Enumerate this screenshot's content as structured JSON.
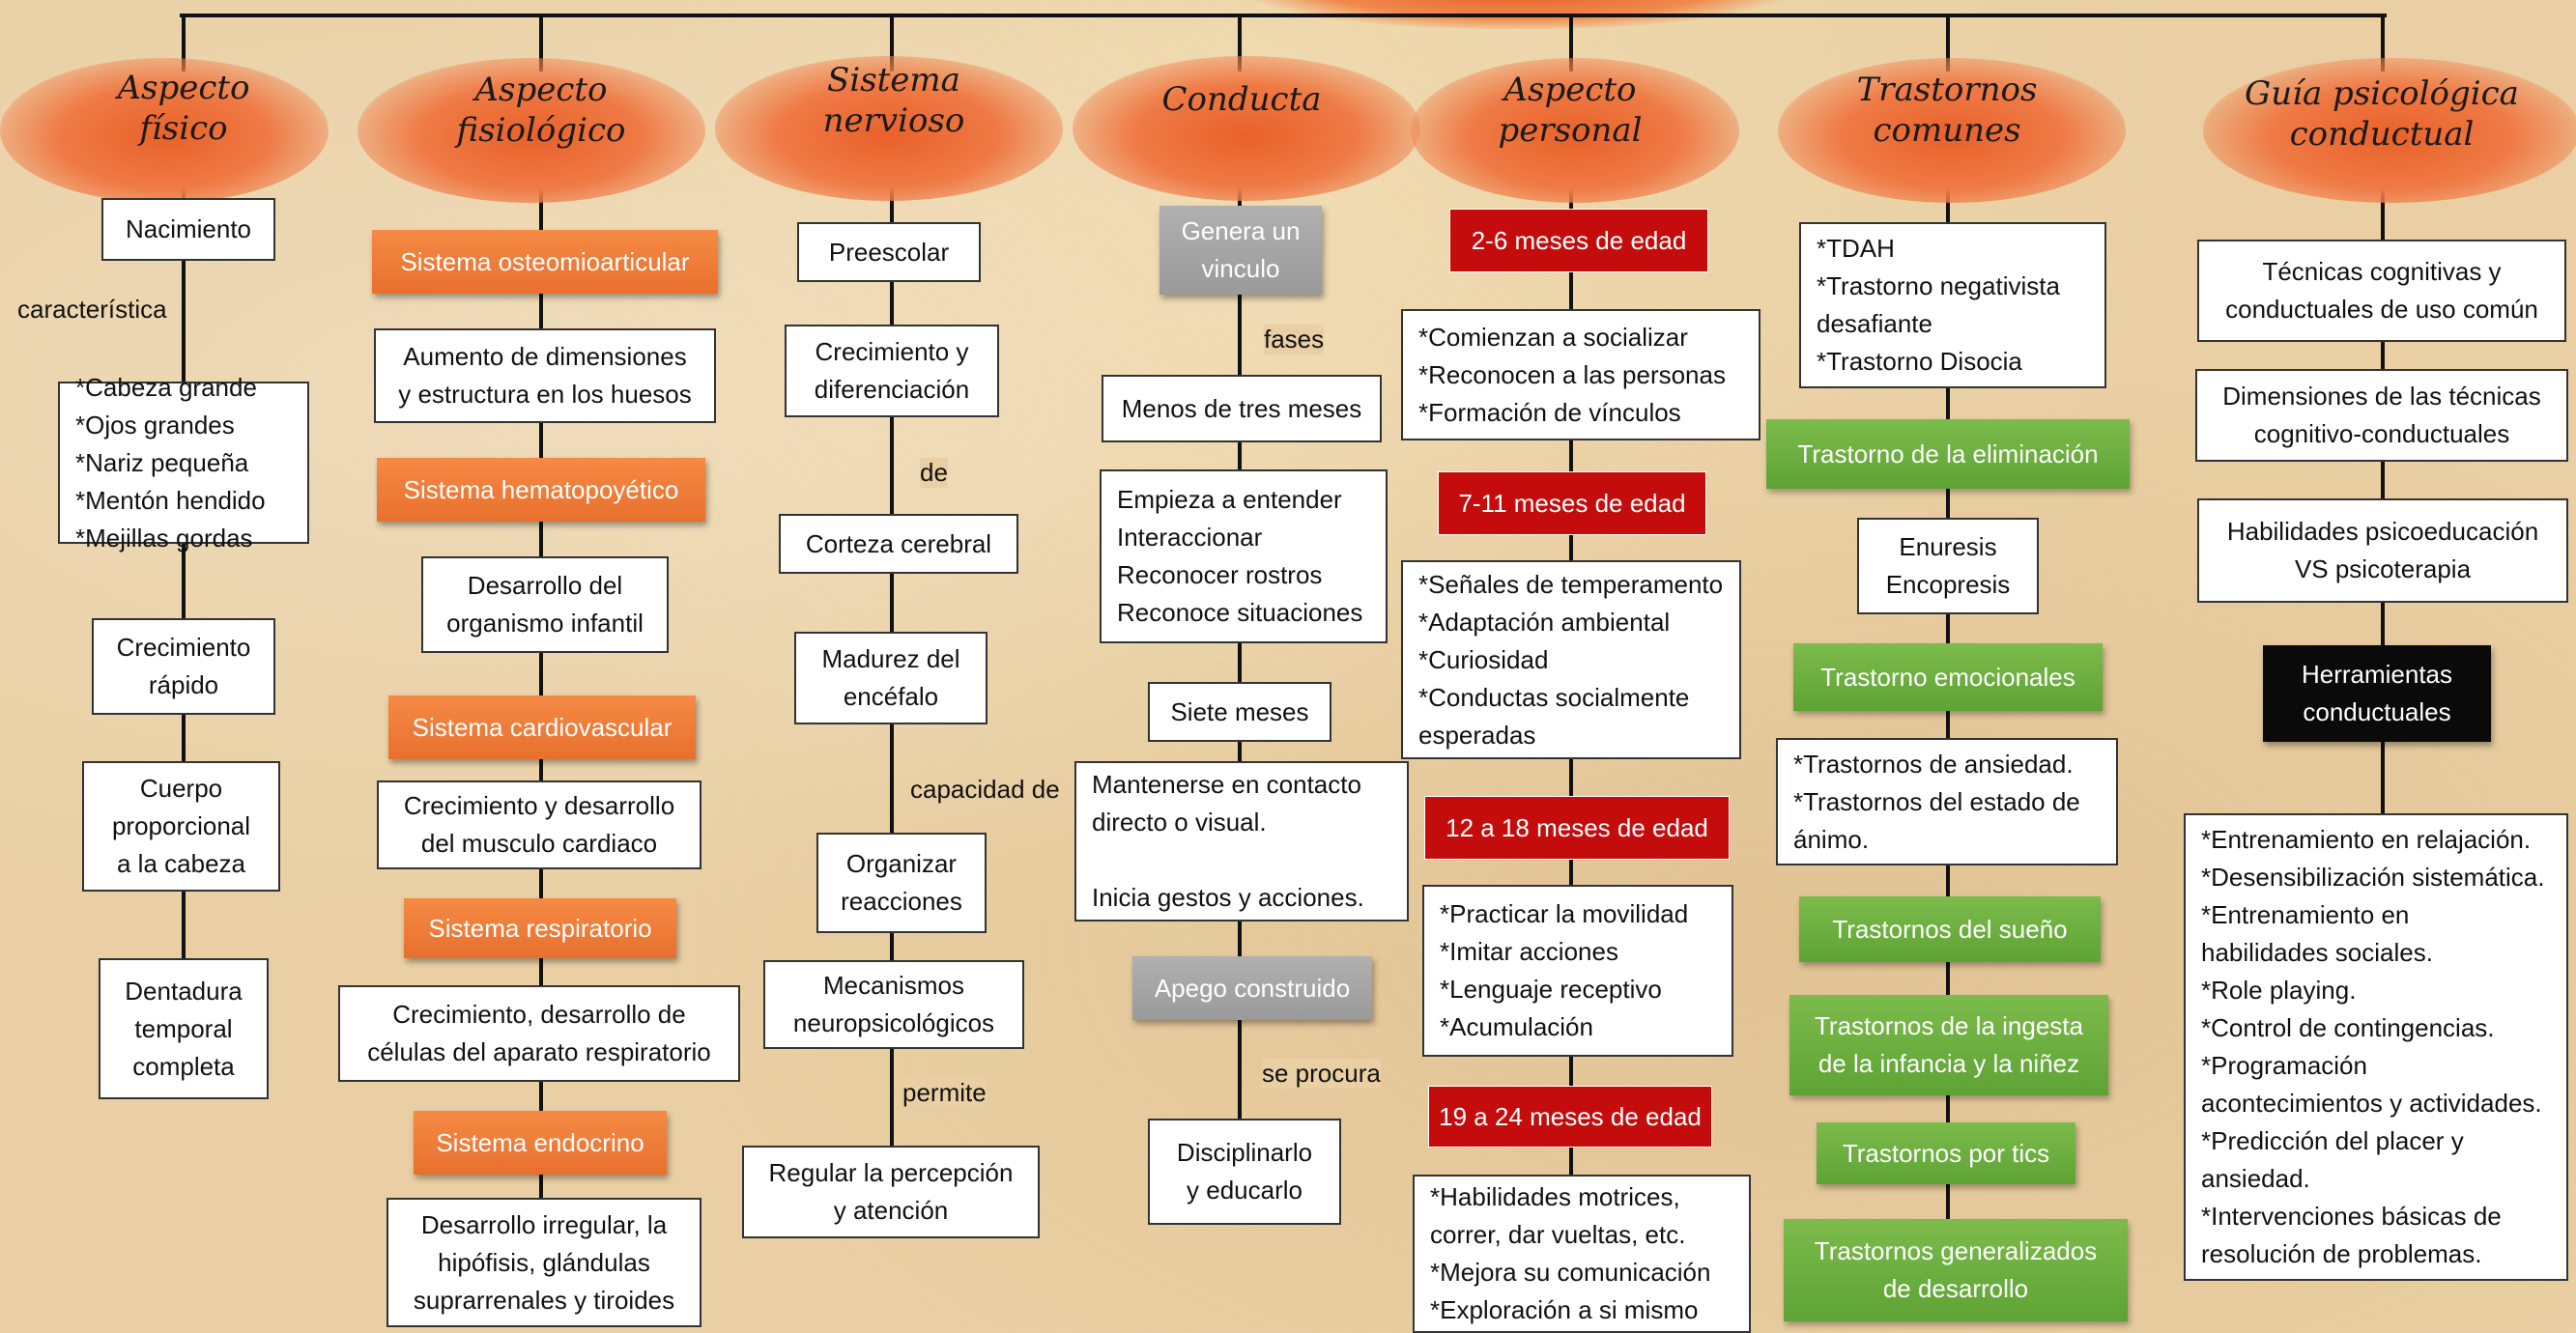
{
  "columns": [
    {
      "heading": "Aspecto\nfísico",
      "nodes": [
        {
          "text": "Nacimiento"
        },
        {
          "text": "característica",
          "kind": "connector"
        },
        {
          "text": "*Cabeza grande\n*Ojos grandes\n*Nariz pequeña\n*Mentón hendido\n*Mejillas gordas"
        },
        {
          "text": "Crecimiento\nrápido"
        },
        {
          "text": "Cuerpo\nproporcional\na la cabeza"
        },
        {
          "text": "Dentadura\ntemporal\ncompleta"
        }
      ]
    },
    {
      "heading": "Aspecto\nfisiológico",
      "nodes": [
        {
          "text": "Sistema osteomioarticular",
          "style": "orange"
        },
        {
          "text": "Aumento de dimensiones\ny estructura en los huesos"
        },
        {
          "text": "Sistema hematopoyético",
          "style": "orange"
        },
        {
          "text": "Desarrollo del\norganismo infantil"
        },
        {
          "text": "Sistema cardiovascular",
          "style": "orange"
        },
        {
          "text": "Crecimiento y desarrollo\ndel musculo cardiaco"
        },
        {
          "text": "Sistema respiratorio",
          "style": "orange"
        },
        {
          "text": "Crecimiento, desarrollo de\ncélulas del aparato respiratorio"
        },
        {
          "text": "Sistema endocrino",
          "style": "orange"
        },
        {
          "text": "Desarrollo irregular, la\nhipófisis, glándulas\nsuprarrenales y tiroides"
        }
      ]
    },
    {
      "heading": "Sistema\nnervioso",
      "nodes": [
        {
          "text": "Preescolar"
        },
        {
          "text": "Crecimiento y\ndiferenciación"
        },
        {
          "text": "de",
          "kind": "connector"
        },
        {
          "text": "Corteza cerebral"
        },
        {
          "text": "Madurez del\nencéfalo"
        },
        {
          "text": "capacidad de",
          "kind": "connector"
        },
        {
          "text": "Organizar\nreacciones"
        },
        {
          "text": "Mecanismos\nneuropsicológicos"
        },
        {
          "text": "permite",
          "kind": "connector"
        },
        {
          "text": "Regular la percepción\ny atención"
        }
      ]
    },
    {
      "heading": "Conducta",
      "nodes": [
        {
          "text": "Genera un\nvinculo",
          "style": "grey"
        },
        {
          "text": "fases",
          "kind": "connector"
        },
        {
          "text": "Menos de tres meses"
        },
        {
          "text": "Empieza a entender\nInteraccionar\nReconocer rostros\nReconoce situaciones"
        },
        {
          "text": "Siete meses"
        },
        {
          "text": "Mantenerse en contacto\ndirecto o visual.\n\nInicia gestos y acciones."
        },
        {
          "text": "Apego construido",
          "style": "grey"
        },
        {
          "text": "se procura",
          "kind": "connector"
        },
        {
          "text": "Disciplinarlo\ny educarlo"
        }
      ]
    },
    {
      "heading": "Aspecto\npersonal",
      "nodes": [
        {
          "text": "2-6 meses de edad",
          "style": "red"
        },
        {
          "text": "*Comienzan a socializar\n*Reconocen a las personas\n*Formación de vínculos"
        },
        {
          "text": "7-11 meses de edad",
          "style": "red"
        },
        {
          "text": "*Señales de temperamento\n*Adaptación ambiental\n*Curiosidad\n*Conductas socialmente\nesperadas"
        },
        {
          "text": "12 a 18 meses de edad",
          "style": "red"
        },
        {
          "text": "*Practicar la movilidad\n*Imitar acciones\n*Lenguaje receptivo\n*Acumulación"
        },
        {
          "text": "19 a 24 meses de edad",
          "style": "red"
        },
        {
          "text": "*Habilidades motrices,\ncorrer, dar vueltas, etc.\n*Mejora su comunicación\n*Exploración a si mismo"
        }
      ]
    },
    {
      "heading": "Trastornos\ncomunes",
      "nodes": [
        {
          "text": "*TDAH\n*Trastorno negativista\ndesafiante\n*Trastorno Disocia"
        },
        {
          "text": "Trastorno de la eliminación",
          "style": "green"
        },
        {
          "text": "Enuresis\nEncopresis"
        },
        {
          "text": "Trastorno emocionales",
          "style": "green"
        },
        {
          "text": "*Trastornos de ansiedad.\n*Trastornos del estado de\nánimo."
        },
        {
          "text": "Trastornos del sueño",
          "style": "green"
        },
        {
          "text": "Trastornos de la ingesta\nde la infancia y la niñez",
          "style": "green"
        },
        {
          "text": "Trastornos por tics",
          "style": "green"
        },
        {
          "text": "Trastornos generalizados\nde desarrollo",
          "style": "green"
        }
      ]
    },
    {
      "heading": "Guía psicológica\nconductual",
      "nodes": [
        {
          "text": "Técnicas cognitivas y\nconductuales de uso común"
        },
        {
          "text": "Dimensiones de las técnicas\ncognitivo-conductuales"
        },
        {
          "text": "Habilidades psicoeducación\nVS psicoterapia"
        },
        {
          "text": "Herramientas\nconductuales",
          "style": "black"
        },
        {
          "text": "*Entrenamiento en relajación.\n*Desensibilización sistemática.\n*Entrenamiento en\nhabilidades sociales.\n*Role playing.\n*Control de contingencias.\n*Programación\nacontecimientos y actividades.\n*Predicción del placer y\nansiedad.\n*Intervenciones básicas de\nresolución de problemas."
        }
      ]
    }
  ]
}
